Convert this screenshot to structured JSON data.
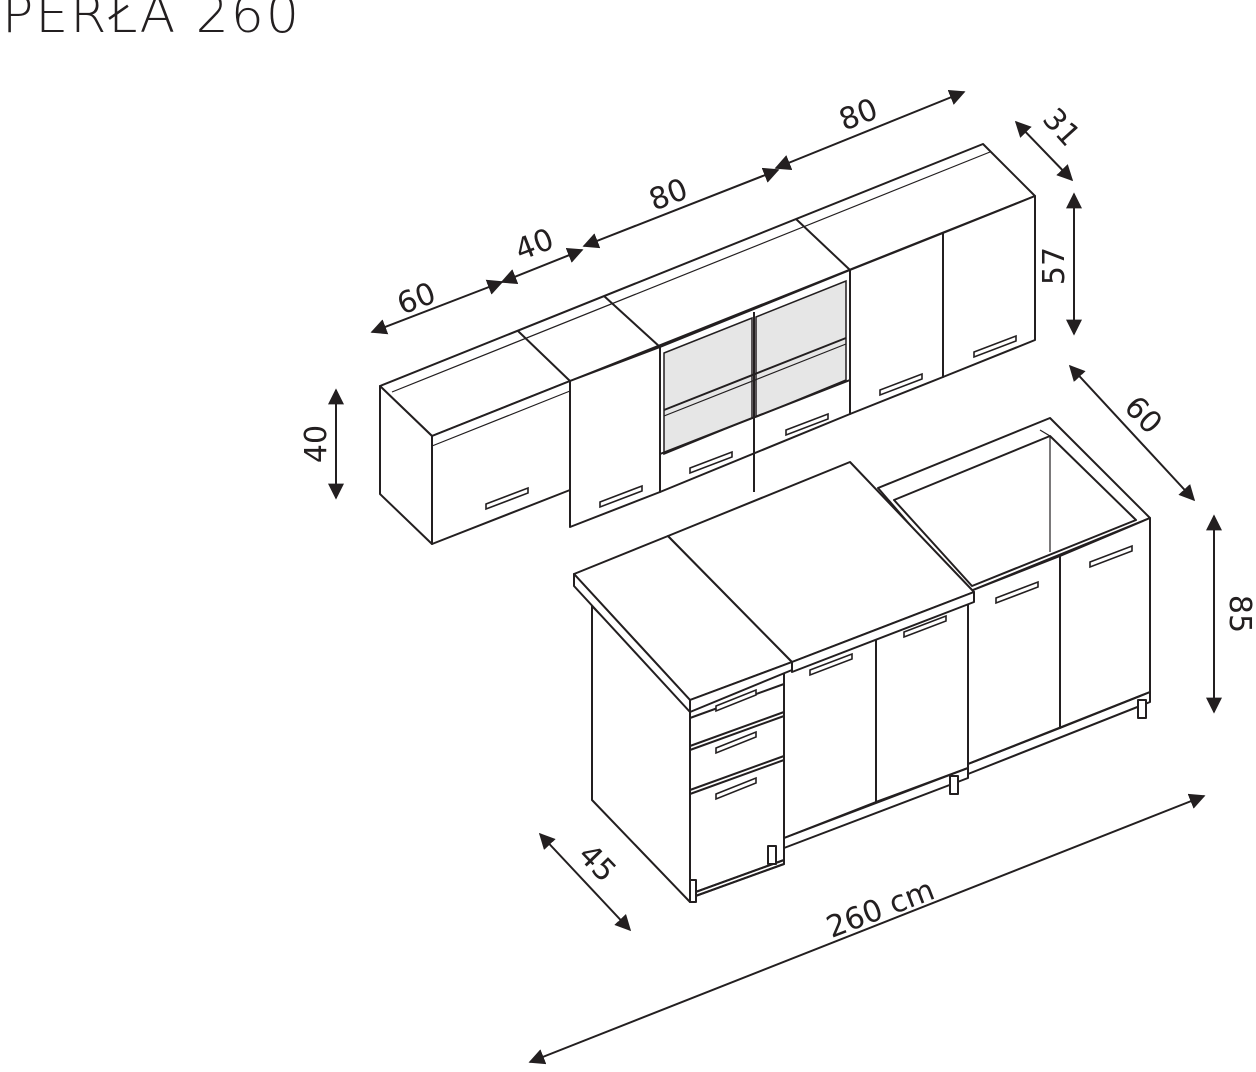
{
  "title": "PERŁA 260",
  "dimensions": {
    "upper_w1": "60",
    "upper_w2": "40",
    "upper_w3": "80",
    "upper_w4": "80",
    "upper_depth": "31",
    "upper_height_right": "57",
    "upper_height_left": "40",
    "base_depth_right": "60",
    "base_height": "85",
    "base_depth_left": "45",
    "total_width": "260 cm"
  },
  "colors": {
    "line": "#231f20",
    "glass": "#e6e6e6",
    "background": "#ffffff"
  }
}
